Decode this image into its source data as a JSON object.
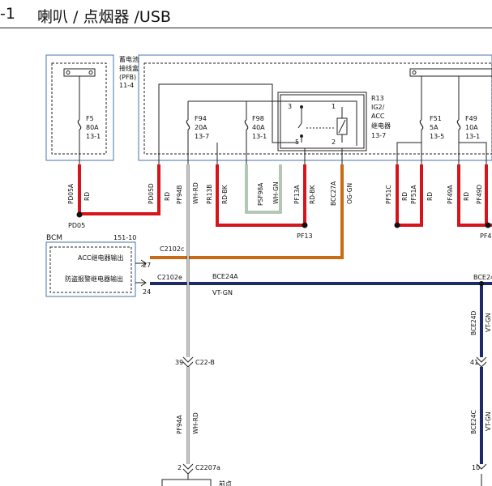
{
  "header": {
    "section": "-1",
    "title": "喇叭 / 点烟器 /USB"
  },
  "pfb": {
    "name1": "蓄电池",
    "name2": "接线盒",
    "name3": "(PFB)",
    "ref": "11-4"
  },
  "fuses": {
    "f5": {
      "name": "F5",
      "amp": "80A",
      "ref": "13-1"
    },
    "f94": {
      "name": "F94",
      "amp": "20A",
      "ref": "13-7"
    },
    "f98": {
      "name": "F98",
      "amp": "40A",
      "ref": "13-1"
    },
    "f51": {
      "name": "F51",
      "amp": "5A",
      "ref": "13-5"
    },
    "f49": {
      "name": "F49",
      "amp": "10A",
      "ref": "13-1"
    }
  },
  "relay": {
    "name": "R13",
    "line2": "IG2/",
    "line3": "ACC",
    "line4": "继电器",
    "ref": "13-7",
    "pins": {
      "p1": "1",
      "p2": "2",
      "p3": "3",
      "p5": "5"
    }
  },
  "wires": {
    "pd05a": "PD05A",
    "rd1": "RD",
    "pd05d": "PD05D",
    "rd2": "RD",
    "pf94b": "PF94B",
    "whrd1": "WH-RD",
    "pr13b": "PR13B",
    "rdbk1": "RD-BK",
    "psf98a": "PSF98A",
    "whgn": "WH-GN",
    "pf13a": "PF13A",
    "rdbk2": "RD-BK",
    "bcc27a": "BCC27A",
    "oggn": "OG-GN",
    "pf51c": "PF51C",
    "rd3": "RD",
    "pf51a": "PF51A",
    "rd4": "RD",
    "pf49a": "PF49A",
    "rd5": "RD",
    "pf49d": "PF49D",
    "bce24a": "BCE24A",
    "vtgn1": "VT-GN",
    "bce24d": "BCE24D",
    "vtgn2": "VT-GN",
    "pf94a": "PF94A",
    "whrd2": "WH-RD",
    "bce24c": "BCE24C",
    "vtgn3": "VT-GN"
  },
  "splices": {
    "pd05": "PD05",
    "pf13": "PF13",
    "pf4x": "PF4",
    "bce24": "BCE24"
  },
  "bcm": {
    "name": "BCM",
    "ref": "151-10",
    "out1": "ACC继电器输出",
    "out2": "防盗报警继电器输出",
    "conn1": "C2102c",
    "conn2": "C2102e",
    "pin1": "27",
    "pin2": "24"
  },
  "connectors": {
    "c22b": "C22-B",
    "c22b_pin": "39",
    "c22b_pin_r": "41",
    "c2207a": "C2207a",
    "c2207a_pin": "2",
    "c2207a_pin_r": "10"
  },
  "bottom": {
    "label": "前点"
  },
  "colors": {
    "red": "#d8141b",
    "orange": "#c96a14",
    "navy": "#1d2b6b",
    "green": "#6a8f6a",
    "line": "#222222",
    "frame": "#4a76a8"
  }
}
